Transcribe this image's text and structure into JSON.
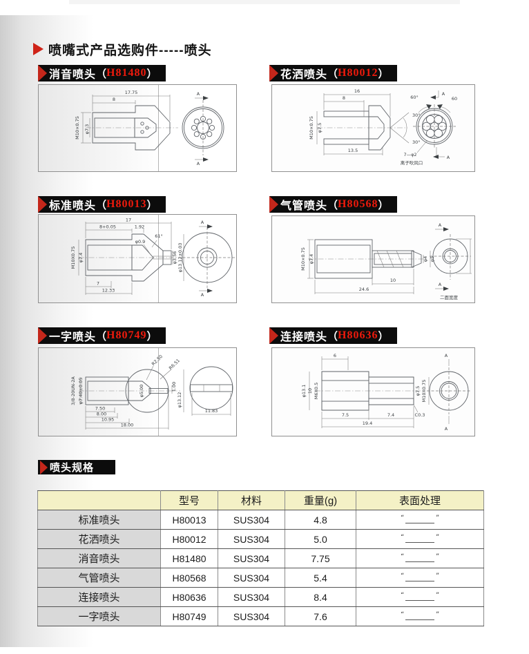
{
  "ui": {
    "paren_open": "（",
    "paren_close": "）",
    "quote_open": "“",
    "quote_close": "”"
  },
  "page": {
    "title": "喷嘴式产品选购件-----喷头",
    "specs_label": "喷头规格"
  },
  "colors": {
    "accent_red": "#cf2318",
    "code_red": "#ef1a0c",
    "header_bar_black": "#0c0c0c",
    "table_header_bg": "#f4f1c6",
    "table_rowlabel_bg": "#d9d9d9"
  },
  "sections": [
    {
      "name": "消音喷头",
      "code": "H81480",
      "dims": [
        "17.75",
        "8",
        "M10×0.75",
        "φ7.3",
        "A",
        "A"
      ]
    },
    {
      "name": "花洒喷头",
      "code": "H80012",
      "dims": [
        "16",
        "8",
        "M10×0.75",
        "φ7.5",
        "13.5",
        "30°",
        "30°",
        "60°",
        "60",
        "A",
        "A",
        "7—φ2",
        "离子吹风口"
      ]
    },
    {
      "name": "标准喷头",
      "code": "H80013",
      "dims": [
        "17",
        "8+0.05",
        "1.92",
        "M10X0.75",
        "φ7.4",
        "φ0.9",
        "61°",
        "φ3.56",
        "φ13.12±0.03",
        "7",
        "12.33",
        "A",
        "A"
      ]
    },
    {
      "name": "气管喷头",
      "code": "H80568",
      "dims": [
        "M10×0.75",
        "φ7.4",
        "φ4",
        "φ5",
        "10",
        "24.6",
        "A",
        "A",
        "二面宽度"
      ]
    },
    {
      "name": "一字喷头",
      "code": "H80749",
      "dims": [
        "3/8-20UN-2A",
        "φ7.40±0.05",
        "φ5.00",
        "R2.50",
        "R6.51",
        "1.00",
        "φ13.12",
        "7.50",
        "8.00",
        "10.95",
        "18.00",
        "11.83"
      ]
    },
    {
      "name": "连接喷头",
      "code": "H80636",
      "dims": [
        "6",
        "φ13.1",
        "10",
        "M6X0.5",
        "φ7.5",
        "M10X0.75",
        "C0.3",
        "7.5",
        "7.4",
        "19.4",
        "A",
        "A"
      ]
    }
  ],
  "table": {
    "headers": [
      "",
      "型号",
      "材料",
      "重量(g)",
      "表面处理"
    ],
    "rows": [
      {
        "name": "标准喷头",
        "model": "H80013",
        "material": "SUS304",
        "weight": "4.8"
      },
      {
        "name": "花洒喷头",
        "model": "H80012",
        "material": "SUS304",
        "weight": "5.0"
      },
      {
        "name": "消音喷头",
        "model": "H81480",
        "material": "SUS304",
        "weight": "7.75"
      },
      {
        "name": "气管喷头",
        "model": "H80568",
        "material": "SUS304",
        "weight": "5.4"
      },
      {
        "name": "连接喷头",
        "model": "H80636",
        "material": "SUS304",
        "weight": "8.4"
      },
      {
        "name": "一字喷头",
        "model": "H80749",
        "material": "SUS304",
        "weight": "7.6"
      }
    ]
  }
}
